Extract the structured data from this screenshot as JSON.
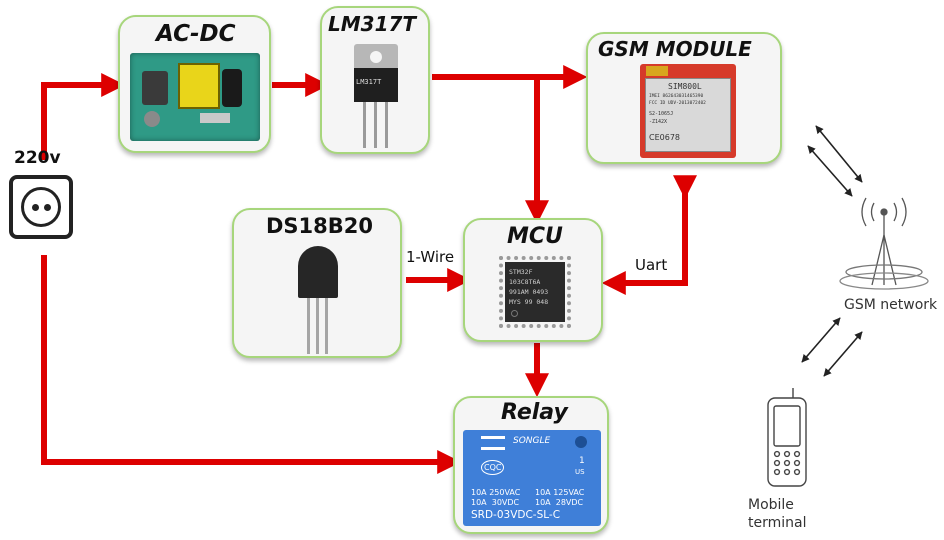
{
  "diagram": {
    "nodes": {
      "acdc": {
        "title": "AC-DC"
      },
      "lm317": {
        "title": "LM317T",
        "chip_text": "LM317T"
      },
      "gsm": {
        "title": "GSM MODULE",
        "chip_name": "SIM800L",
        "chip_lines": [
          "IMEI 862643031465390",
          "FCC ID UDV-2013072402",
          "S2-1065J",
          "-Z142X"
        ],
        "ce_mark": "CE0678"
      },
      "ds18b20": {
        "title": "DS18B20"
      },
      "mcu": {
        "title": "MCU",
        "chip_lines": [
          "STM32F",
          "103C8T6A",
          "991AM 0493",
          "MYS 99 048"
        ]
      },
      "relay": {
        "title": "Relay",
        "brand": "SONGLE",
        "ratings_left": [
          "10A 250VAC",
          "10A  30VDC"
        ],
        "ratings_right": [
          "10A 125VAC",
          "10A  28VDC"
        ],
        "model": "SRD-03VDC-SL-C",
        "cert_cqc": "CQC",
        "cert_us": "US",
        "cert_num": "1"
      }
    },
    "labels": {
      "mains": "220v",
      "one_wire": "1-Wire",
      "uart": "Uart",
      "gsm_network": "GSM network",
      "mobile_line1": "Mobile",
      "mobile_line2": "terminal"
    },
    "colors": {
      "arrow": "#dd0000",
      "box_border": "#a7d67c",
      "pcb": "#d63a2a",
      "relay_blue": "#3f7fd8"
    }
  }
}
